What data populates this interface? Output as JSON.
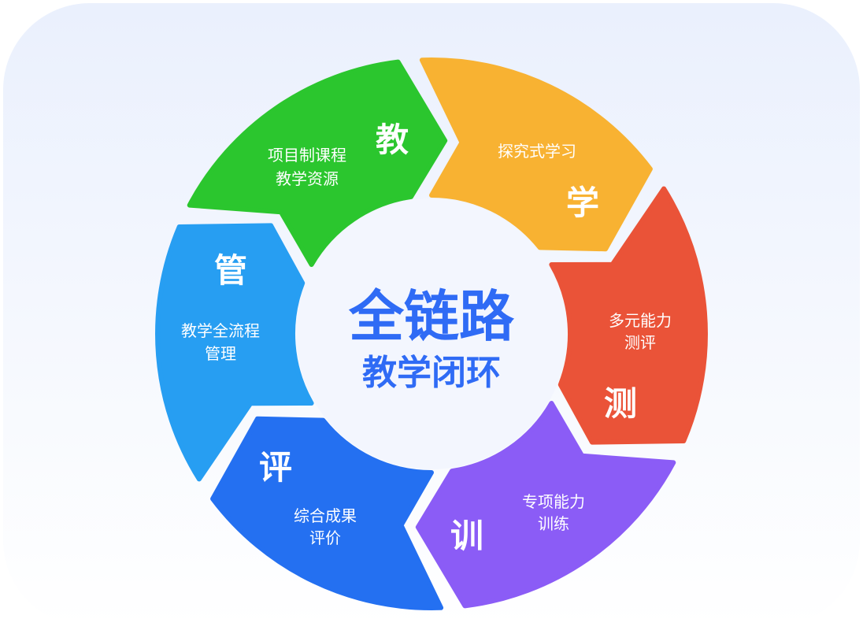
{
  "center": {
    "title": "全链路",
    "subtitle": "教学闭环",
    "color": "#2F6BF5"
  },
  "segments": [
    {
      "key": "教",
      "lines": [
        "项目制课程",
        "教学资源"
      ],
      "color": "#2BC62E"
    },
    {
      "key": "学",
      "lines": [
        "探究式学习"
      ],
      "color": "#F8B232"
    },
    {
      "key": "测",
      "lines": [
        "多元能力",
        "测评"
      ],
      "color": "#EA5338"
    },
    {
      "key": "训",
      "lines": [
        "专项能力",
        "训练"
      ],
      "color": "#8B5CF6"
    },
    {
      "key": "评",
      "lines": [
        "综合成果",
        "评价"
      ],
      "color": "#2470F1"
    },
    {
      "key": "管",
      "lines": [
        "教学全流程",
        "管理"
      ],
      "color": "#279EF2"
    }
  ]
}
